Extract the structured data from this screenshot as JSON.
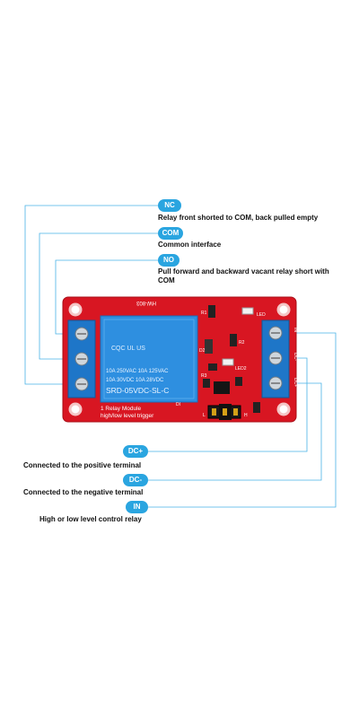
{
  "labels": {
    "nc": {
      "tag": "NC",
      "text": "Relay front shorted to COM, back pulled empty"
    },
    "com": {
      "tag": "COM",
      "text": "Common interface"
    },
    "no": {
      "tag": "NO",
      "text": "Pull forward and backward vacant relay short with COM"
    },
    "dcplus": {
      "tag": "DC+",
      "text": "Connected to the positive terminal"
    },
    "dcminus": {
      "tag": "DC-",
      "text": "Connected to the negative terminal"
    },
    "in": {
      "tag": "IN",
      "text": "High or low level control relay"
    }
  },
  "board": {
    "model": "HW-803",
    "relay_lines": [
      "10A 250VAC  10A 125VAC",
      "10A 30VDC   10A 28VDC",
      "SRD-05VDC-SL-C"
    ],
    "relay_cert": "CQC  UL  US",
    "silk_lines": [
      "1 Relay   Module",
      "high/low  level  trigger"
    ],
    "pin_labels": [
      "IN",
      "DC-",
      "DC+"
    ],
    "jumper_labels": [
      "L",
      "H"
    ],
    "parts": [
      "R1",
      "R2",
      "R3",
      "D2",
      "LED",
      "LED2",
      "DI"
    ],
    "led_color": "#ff3b30",
    "pcb_color": "#d81622",
    "terminal_color": "#1e76c8",
    "relay_color": "#2e8fe0"
  },
  "colors": {
    "accent": "#2aa5e0",
    "leader": "#4ab3e6"
  }
}
